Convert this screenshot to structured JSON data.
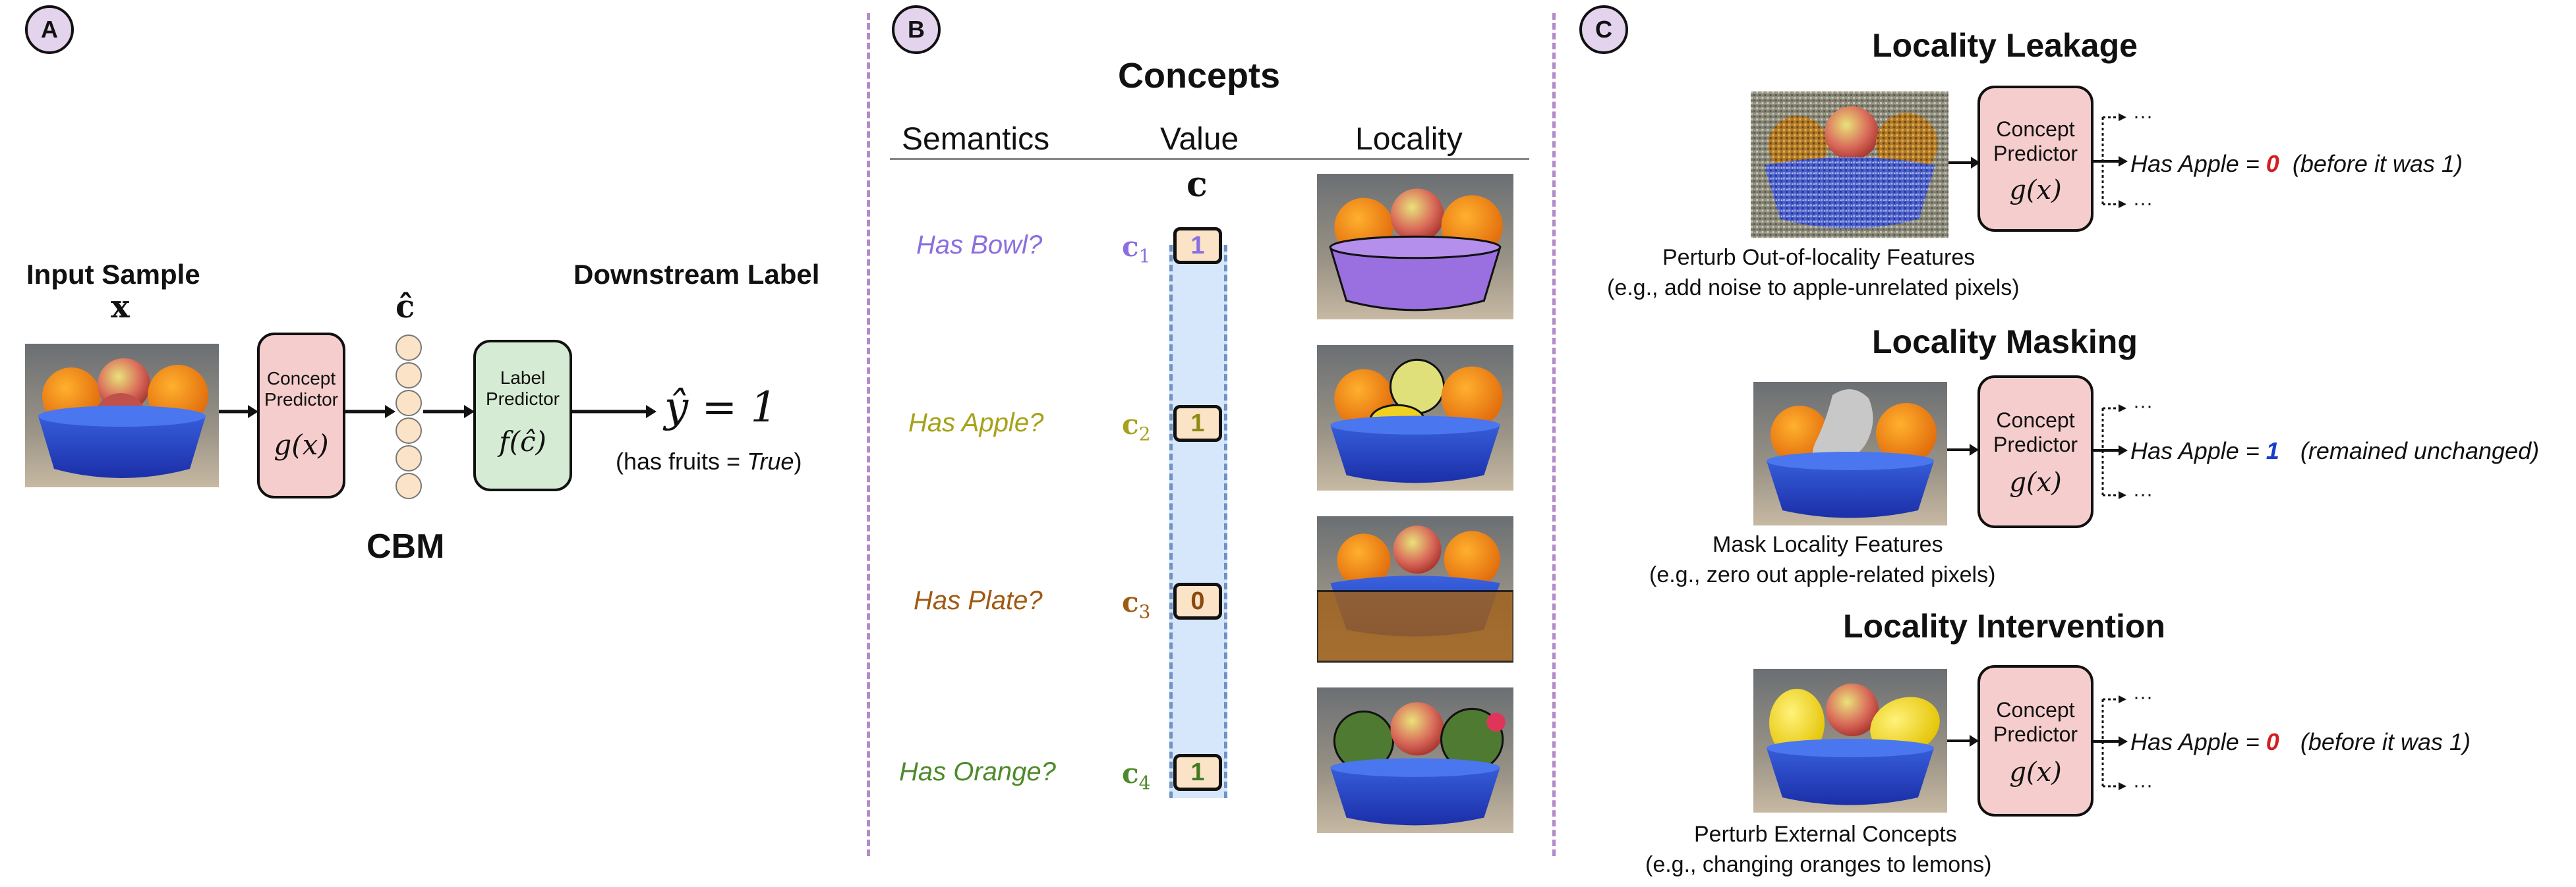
{
  "panel_a": {
    "badge": "A",
    "input_title": "Input Sample",
    "input_var": "x",
    "concept_predictor": {
      "line1": "Concept",
      "line2": "Predictor",
      "fn": "g(x)"
    },
    "concept_vec_label": "ĉ",
    "label_predictor": {
      "line1": "Label",
      "line2": "Predictor",
      "fn": "f(ĉ)"
    },
    "downstream_title": "Downstream Label",
    "output_eq": "ŷ = 1",
    "output_note_prefix": "(has fruits = ",
    "output_note_value": "True",
    "output_note_suffix": ")",
    "model_name": "CBM"
  },
  "panel_b": {
    "badge": "B",
    "title": "Concepts",
    "headers": {
      "semantics": "Semantics",
      "value": "Value",
      "locality": "Locality"
    },
    "vector_label": "c",
    "rows": [
      {
        "semantics": "Has Bowl?",
        "var": "c",
        "sub": "1",
        "value": "1",
        "color": "#8a6fe0",
        "value_color": "#8a6fe0"
      },
      {
        "semantics": "Has Apple?",
        "var": "c",
        "sub": "2",
        "value": "1",
        "color": "#a6a21a",
        "value_color": "#8e8a12"
      },
      {
        "semantics": "Has Plate?",
        "var": "c",
        "sub": "3",
        "value": "0",
        "color": "#a05a12",
        "value_color": "#8a4a0e"
      },
      {
        "semantics": "Has Orange?",
        "var": "c",
        "sub": "4",
        "value": "1",
        "color": "#4e8a2a",
        "value_color": "#3f7a22"
      }
    ]
  },
  "panel_c": {
    "badge": "C",
    "sections": [
      {
        "title": "Locality Leakage",
        "predictor_line1": "Concept",
        "predictor_line2": "Predictor",
        "predictor_fn": "g(x)",
        "output_prefix": "Has Apple = ",
        "output_value": "0",
        "output_value_color": "#d21f1f",
        "output_suffix": "(before it was 1)",
        "caption1": "Perturb Out-of-locality Features",
        "caption2": "(e.g., add noise to apple-unrelated pixels)",
        "dots": "···"
      },
      {
        "title": "Locality Masking",
        "predictor_line1": "Concept",
        "predictor_line2": "Predictor",
        "predictor_fn": "g(x)",
        "output_prefix": "Has Apple = ",
        "output_value": "1",
        "output_value_color": "#1a3ccf",
        "output_suffix": "(remained unchanged)",
        "caption1": "Mask Locality Features",
        "caption2": "(e.g., zero out apple-related pixels)",
        "dots": "···"
      },
      {
        "title": "Locality Intervention",
        "predictor_line1": "Concept",
        "predictor_line2": "Predictor",
        "predictor_fn": "g(x)",
        "output_prefix": "Has Apple = ",
        "output_value": "0",
        "output_value_color": "#d21f1f",
        "output_suffix": "(before it was 1)",
        "caption1": "Perturb External Concepts",
        "caption2": "(e.g., changing oranges to lemons)",
        "dots": "···"
      }
    ]
  }
}
